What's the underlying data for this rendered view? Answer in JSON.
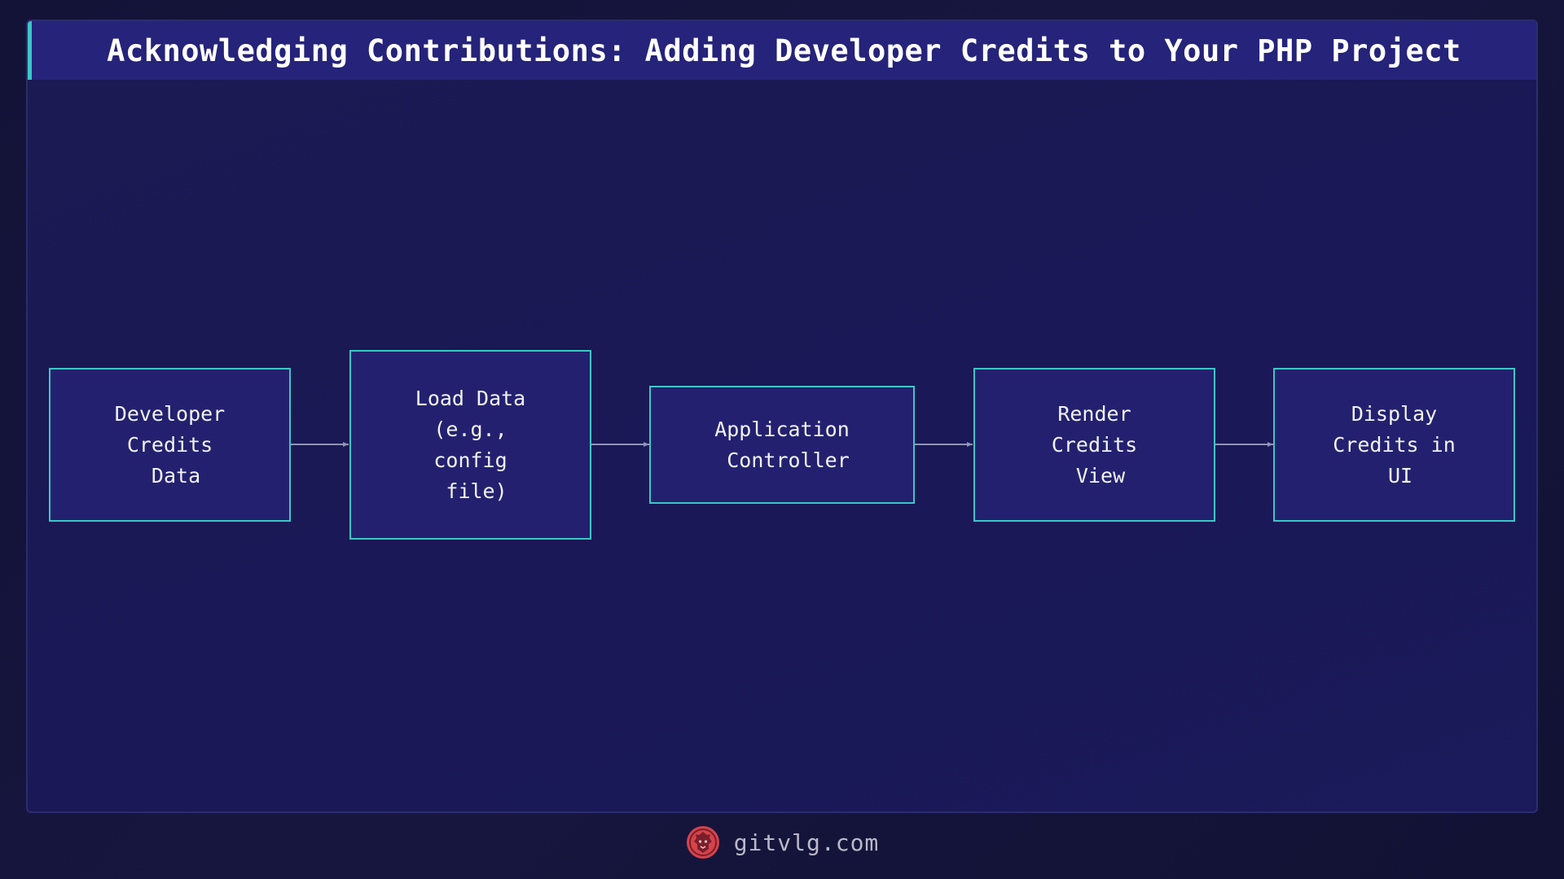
{
  "title": "Acknowledging Contributions: Adding Developer Credits to Your PHP Project",
  "nodes": [
    {
      "id": "developer-credits-data",
      "label": "Developer\nCredits\n Data"
    },
    {
      "id": "load-data",
      "label": "Load Data\n(e.g.,\nconfig\n file)"
    },
    {
      "id": "application-controller",
      "label": "Application\n Controller"
    },
    {
      "id": "render-credits-view",
      "label": "Render\nCredits\n View"
    },
    {
      "id": "display-credits-ui",
      "label": "Display\nCredits in\n UI"
    }
  ],
  "edges": [
    {
      "from": "developer-credits-data",
      "to": "load-data"
    },
    {
      "from": "load-data",
      "to": "application-controller"
    },
    {
      "from": "application-controller",
      "to": "render-credits-view"
    },
    {
      "from": "render-credits-view",
      "to": "display-credits-ui"
    }
  ],
  "footer": {
    "site": "gitvlg.com",
    "logo_icon": "lion-logo-icon"
  },
  "colors": {
    "background": "#16163f",
    "node_fill": "#23216f",
    "node_border": "#3ec6c6",
    "arrow": "#8f93b8",
    "logo": "#d6434b"
  }
}
